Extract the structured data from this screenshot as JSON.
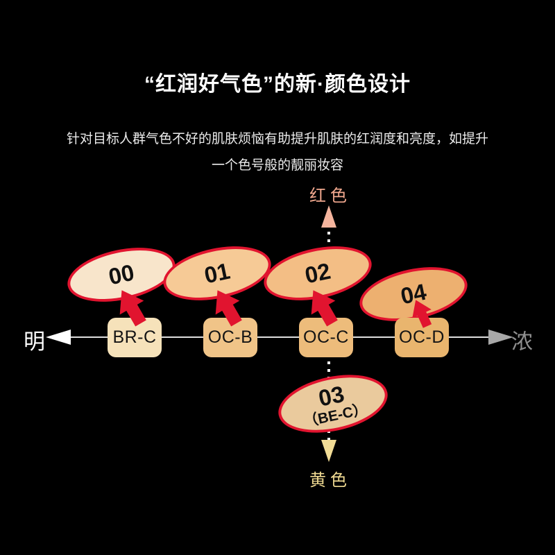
{
  "title": "“红润好气色”的新·颜色设计",
  "subtitle": {
    "line1": "针对目标人群气色不好的肌肤烦恼有助提升肌肤的红润度和亮度，如提升",
    "line2": "一个色号般的靓丽妆容"
  },
  "diagram": {
    "vertical_axis": {
      "top_label": "红色",
      "bottom_label": "黄色"
    },
    "horizontal_axis": {
      "left_label": "明",
      "right_label": "浓"
    },
    "shades": [
      {
        "number": "00",
        "base": "BR-C",
        "ellipse_fill": "#F8E5CB",
        "box_fill": "#F6E2BA"
      },
      {
        "number": "01",
        "base": "OC-B",
        "ellipse_fill": "#F6CA96",
        "box_fill": "#F0C488"
      },
      {
        "number": "02",
        "base": "OC-C",
        "ellipse_fill": "#F3BE85",
        "box_fill": "#EDBC7B"
      },
      {
        "number": "04",
        "base": "OC-D",
        "ellipse_fill": "#EDB070",
        "box_fill": "#E9B56E"
      }
    ],
    "below_axis_shade": {
      "number": "03",
      "code": "（BE-C）",
      "ellipse_fill": "#EACA9D"
    }
  },
  "colors": {
    "background": "#000000",
    "accent_red": "#E1142F",
    "red_axis_label": "#F2A98F",
    "yellow_axis_label": "#F0DA92",
    "red_arrow_fill": "#F5B59E",
    "yellow_arrow_fill": "#F2DC96",
    "bright_label": "#FFFFFF",
    "deep_label": "#8F8F8F",
    "axis_line": "#E0E0E0"
  }
}
